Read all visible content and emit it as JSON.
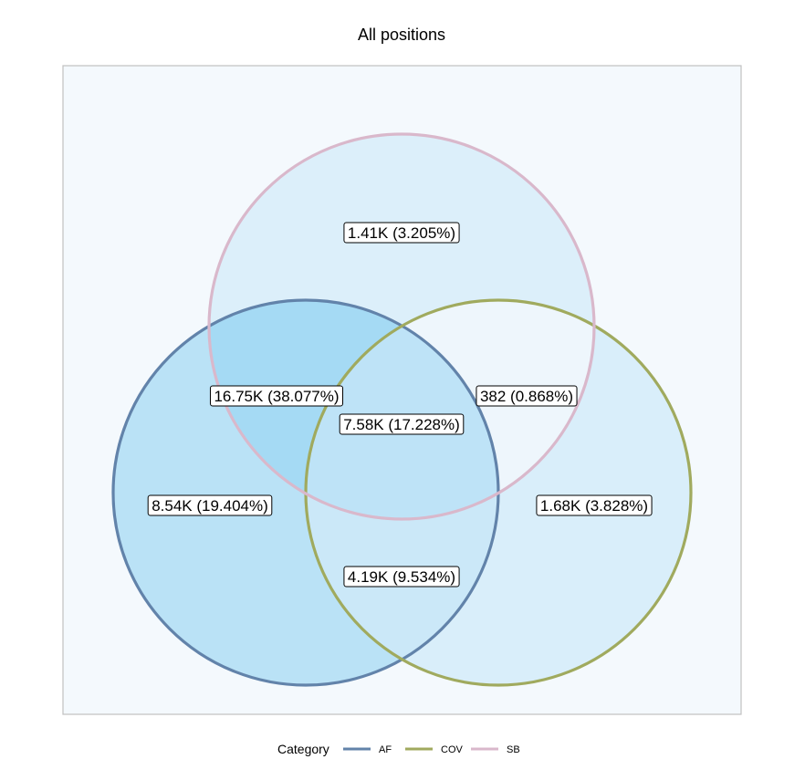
{
  "chart_data": {
    "type": "venn",
    "title": "All positions",
    "sets": [
      {
        "name": "AF",
        "color": "#6283AA"
      },
      {
        "name": "COV",
        "color": "#A0AA5E"
      },
      {
        "name": "SB",
        "color": "#D9B8CB"
      }
    ],
    "regions": [
      {
        "sets": [
          "SB"
        ],
        "label": "1.41K (3.205%)",
        "count": 1410,
        "percent": 3.205
      },
      {
        "sets": [
          "AF",
          "SB"
        ],
        "label": "16.75K (38.077%)",
        "count": 16750,
        "percent": 38.077
      },
      {
        "sets": [
          "COV",
          "SB"
        ],
        "label": "382 (0.868%)",
        "count": 382,
        "percent": 0.868
      },
      {
        "sets": [
          "AF",
          "COV",
          "SB"
        ],
        "label": "7.58K (17.228%)",
        "count": 7580,
        "percent": 17.228
      },
      {
        "sets": [
          "AF"
        ],
        "label": "8.54K (19.404%)",
        "count": 8540,
        "percent": 19.404
      },
      {
        "sets": [
          "COV"
        ],
        "label": "1.68K (3.828%)",
        "count": 1680,
        "percent": 3.828
      },
      {
        "sets": [
          "AF",
          "COV"
        ],
        "label": "4.19K (9.534%)",
        "count": 4190,
        "percent": 9.534
      }
    ],
    "legend": {
      "title": "Category",
      "position": "bottom"
    },
    "colors": {
      "panel_bg": "#F4F9FD",
      "panel_border": "#C0C0C0",
      "max_fill": "#A5DAF4",
      "min_fill": "#EEF6FC"
    }
  }
}
